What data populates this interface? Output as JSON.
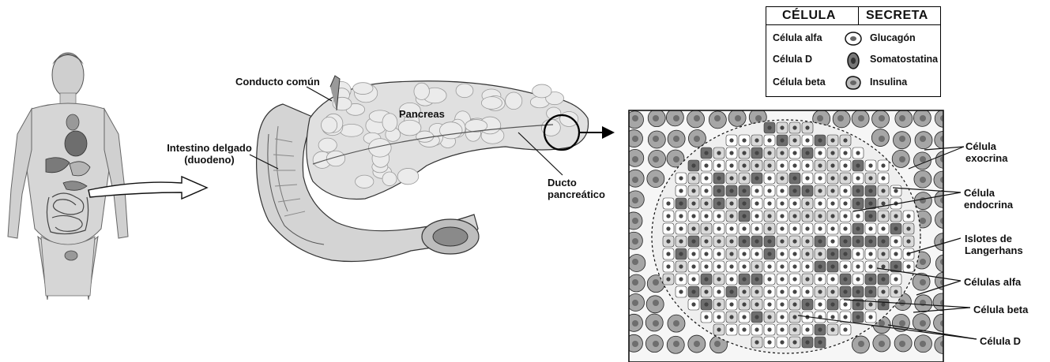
{
  "legend": {
    "header_cell": "CÉLULA",
    "header_secreta": "SECRETA",
    "rows": [
      {
        "cell": "Célula alfa",
        "secretes": "Glucagón",
        "icon": "alpha-cell-icon"
      },
      {
        "cell": "Célula D",
        "secretes": "Somatostatina",
        "icon": "d-cell-icon"
      },
      {
        "cell": "Célula beta",
        "secretes": "Insulina",
        "icon": "beta-cell-icon"
      }
    ]
  },
  "labels": {
    "conducto_comun": "Conducto común",
    "pancreas": "Pancreas",
    "intestino_line1": "Intestino delgado",
    "intestino_line2": "(duodeno)",
    "ducto_line1": "Ducto",
    "ducto_line2": "pancreático",
    "exocrina_line1": "Célula",
    "exocrina_line2": "exocrina",
    "endocrina_line1": "Célula",
    "endocrina_line2": "endocrina",
    "islotes_line1": "Islotes de",
    "islotes_line2": "Langerhans",
    "celulas_alfa": "Células alfa",
    "celula_beta": "Célula beta",
    "celula_d": "Célula D"
  },
  "colors": {
    "stroke": "#111111",
    "light_gray": "#d9d9d9",
    "mid_gray": "#a6a6a6",
    "dark_gray": "#6e6e6e"
  }
}
